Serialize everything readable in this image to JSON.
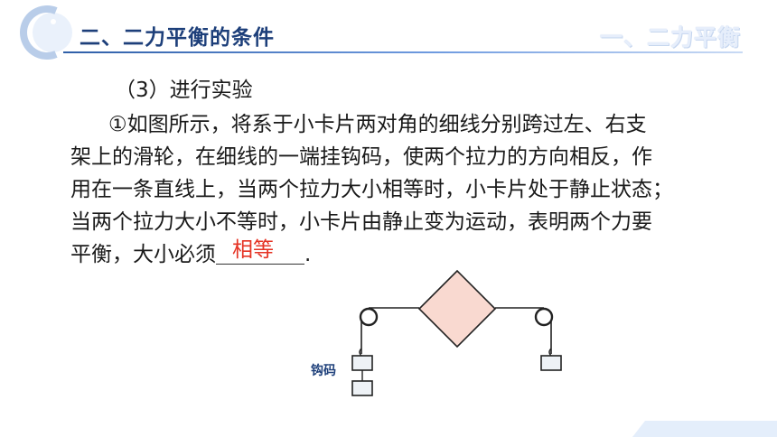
{
  "header": {
    "section_title": "二、二力平衡的条件",
    "watermark_title": "一、二力平衡"
  },
  "content": {
    "sub_heading": "（3）进行实验",
    "paragraph_lines": [
      "①如图所示，将系于小卡片两对角的细线分别跨过左、右支",
      "架上的滑轮，在细线的一端挂钩码，使两个拉力的方向相反，作",
      "用在一条直线上，当两个拉力大小相等时，小卡片处于静止状态；",
      "当两个拉力大小不等时，小卡片由静止变为运动，表明两个力要"
    ],
    "last_line_prefix": "平衡，大小必须",
    "answer": "相等",
    "last_line_suffix": "."
  },
  "diagram": {
    "weight_label": "钩码"
  },
  "colors": {
    "header_blue": "#1d3f7a",
    "answer_red": "#e53324",
    "card_fill": "#f9d9d0",
    "weight_fill": "#eef2f6"
  }
}
